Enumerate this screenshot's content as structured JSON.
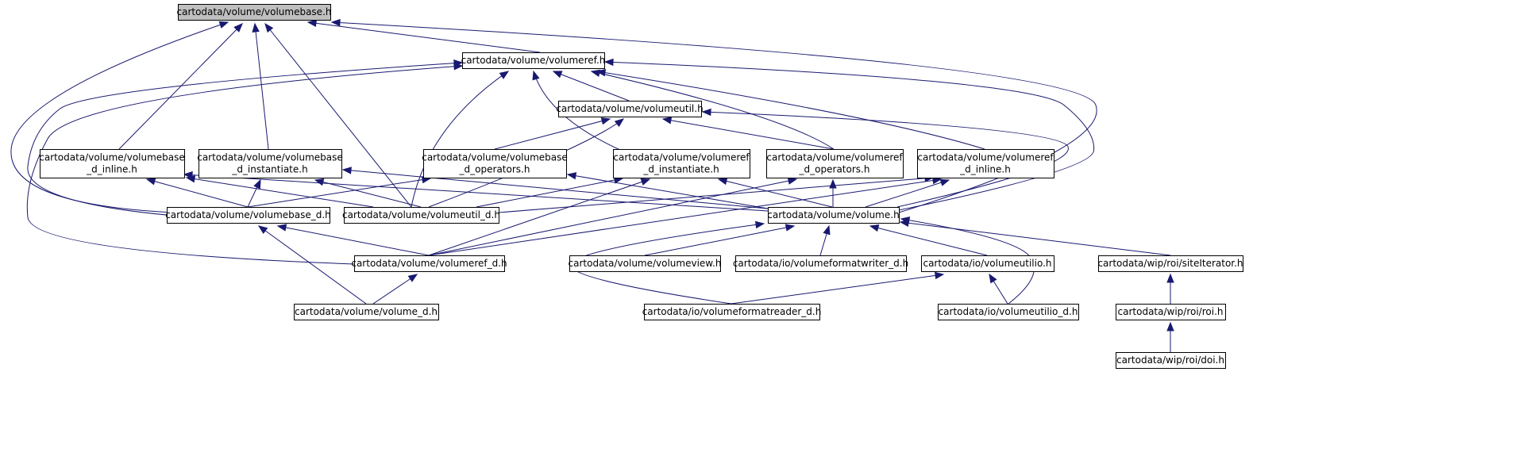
{
  "diagram": {
    "nodes": [
      {
        "id": "volumebase_h",
        "lines": [
          "cartodata/volume/volumebase.h"
        ],
        "highlight": true
      },
      {
        "id": "volumeref_h",
        "lines": [
          "cartodata/volume/volumeref.h"
        ]
      },
      {
        "id": "volumeutil_h",
        "lines": [
          "cartodata/volume/volumeutil.h"
        ]
      },
      {
        "id": "volumebase_d_inline_h",
        "lines": [
          "cartodata/volume/volumebase",
          "_d_inline.h"
        ]
      },
      {
        "id": "volumebase_d_instantiate_h",
        "lines": [
          "cartodata/volume/volumebase",
          "_d_instantiate.h"
        ]
      },
      {
        "id": "volumebase_d_operators_h",
        "lines": [
          "cartodata/volume/volumebase",
          "_d_operators.h"
        ]
      },
      {
        "id": "volumeref_d_instantiate_h",
        "lines": [
          "cartodata/volume/volumeref",
          "_d_instantiate.h"
        ]
      },
      {
        "id": "volumeref_d_operators_h",
        "lines": [
          "cartodata/volume/volumeref",
          "_d_operators.h"
        ]
      },
      {
        "id": "volumeref_d_inline_h",
        "lines": [
          "cartodata/volume/volumeref",
          "_d_inline.h"
        ]
      },
      {
        "id": "volumebase_d_h",
        "lines": [
          "cartodata/volume/volumebase_d.h"
        ]
      },
      {
        "id": "volumeutil_d_h",
        "lines": [
          "cartodata/volume/volumeutil_d.h"
        ]
      },
      {
        "id": "volume_h",
        "lines": [
          "cartodata/volume/volume.h"
        ]
      },
      {
        "id": "volumeref_d_h",
        "lines": [
          "cartodata/volume/volumeref_d.h"
        ]
      },
      {
        "id": "volumeview_h",
        "lines": [
          "cartodata/volume/volumeview.h"
        ]
      },
      {
        "id": "volumeformatwriter_d_h",
        "lines": [
          "cartodata/io/volumeformatwriter_d.h"
        ]
      },
      {
        "id": "volumeutilio_h",
        "lines": [
          "cartodata/io/volumeutilio.h"
        ]
      },
      {
        "id": "siteIterator_h",
        "lines": [
          "cartodata/wip/roi/siteIterator.h"
        ]
      },
      {
        "id": "volume_d_h",
        "lines": [
          "cartodata/volume/volume_d.h"
        ]
      },
      {
        "id": "volumeformatreader_d_h",
        "lines": [
          "cartodata/io/volumeformatreader_d.h"
        ]
      },
      {
        "id": "volumeutilio_d_h",
        "lines": [
          "cartodata/io/volumeutilio_d.h"
        ]
      },
      {
        "id": "roi_h",
        "lines": [
          "cartodata/wip/roi/roi.h"
        ]
      },
      {
        "id": "doi_h",
        "lines": [
          "cartodata/wip/roi/doi.h"
        ]
      }
    ],
    "edges": [
      {
        "from": "volumeref_h",
        "to": "volumebase_h"
      },
      {
        "from": "volume_h",
        "to": "volumebase_h"
      },
      {
        "from": "volumebase_d_inline_h",
        "to": "volumebase_h"
      },
      {
        "from": "volumebase_d_instantiate_h",
        "to": "volumebase_h"
      },
      {
        "from": "volumebase_d_h",
        "to": "volumebase_h"
      },
      {
        "from": "volumeutil_d_h",
        "to": "volumebase_h"
      },
      {
        "from": "volumeutil_h",
        "to": "volumeref_h"
      },
      {
        "from": "volumeref_d_instantiate_h",
        "to": "volumeref_h"
      },
      {
        "from": "volumeref_d_operators_h",
        "to": "volumeref_h"
      },
      {
        "from": "volumeref_d_inline_h",
        "to": "volumeref_h"
      },
      {
        "from": "volumebase_d_h",
        "to": "volumeref_h"
      },
      {
        "from": "volumeutil_d_h",
        "to": "volumeref_h"
      },
      {
        "from": "volume_h",
        "to": "volumeref_h"
      },
      {
        "from": "volumeref_d_h",
        "to": "volumeref_h"
      },
      {
        "from": "volumebase_d_operators_h",
        "to": "volumeutil_h"
      },
      {
        "from": "volumeref_d_operators_h",
        "to": "volumeutil_h"
      },
      {
        "from": "volumeutil_d_h",
        "to": "volumeutil_h"
      },
      {
        "from": "volume_h",
        "to": "volumeutil_h"
      },
      {
        "from": "volumebase_d_h",
        "to": "volumebase_d_inline_h"
      },
      {
        "from": "volumeutil_d_h",
        "to": "volumebase_d_inline_h"
      },
      {
        "from": "volume_h",
        "to": "volumebase_d_inline_h"
      },
      {
        "from": "volumebase_d_h",
        "to": "volumebase_d_instantiate_h"
      },
      {
        "from": "volumeutil_d_h",
        "to": "volumebase_d_instantiate_h"
      },
      {
        "from": "volume_h",
        "to": "volumebase_d_instantiate_h"
      },
      {
        "from": "volumebase_d_h",
        "to": "volumebase_d_operators_h"
      },
      {
        "from": "volume_h",
        "to": "volumebase_d_operators_h"
      },
      {
        "from": "volumeutil_d_h",
        "to": "volumeref_d_instantiate_h"
      },
      {
        "from": "volumeref_d_h",
        "to": "volumeref_d_instantiate_h"
      },
      {
        "from": "volume_h",
        "to": "volumeref_d_instantiate_h"
      },
      {
        "from": "volumeref_d_h",
        "to": "volumeref_d_operators_h"
      },
      {
        "from": "volume_h",
        "to": "volumeref_d_operators_h"
      },
      {
        "from": "volumeutil_d_h",
        "to": "volumeref_d_inline_h"
      },
      {
        "from": "volumeref_d_h",
        "to": "volumeref_d_inline_h"
      },
      {
        "from": "volume_h",
        "to": "volumeref_d_inline_h"
      },
      {
        "from": "volumeref_d_h",
        "to": "volumebase_d_h"
      },
      {
        "from": "volume_d_h",
        "to": "volumebase_d_h"
      },
      {
        "from": "volume_d_h",
        "to": "volumeref_d_h"
      },
      {
        "from": "volumeview_h",
        "to": "volume_h"
      },
      {
        "from": "volumeformatwriter_d_h",
        "to": "volume_h"
      },
      {
        "from": "volumeutilio_h",
        "to": "volume_h"
      },
      {
        "from": "siteIterator_h",
        "to": "volume_h"
      },
      {
        "from": "volumeformatreader_d_h",
        "to": "volume_h"
      },
      {
        "from": "volumeutilio_d_h",
        "to": "volume_h"
      },
      {
        "from": "volumeformatreader_d_h",
        "to": "volumeutilio_h"
      },
      {
        "from": "volumeutilio_d_h",
        "to": "volumeutilio_h"
      },
      {
        "from": "roi_h",
        "to": "siteIterator_h"
      },
      {
        "from": "doi_h",
        "to": "roi_h"
      }
    ]
  }
}
